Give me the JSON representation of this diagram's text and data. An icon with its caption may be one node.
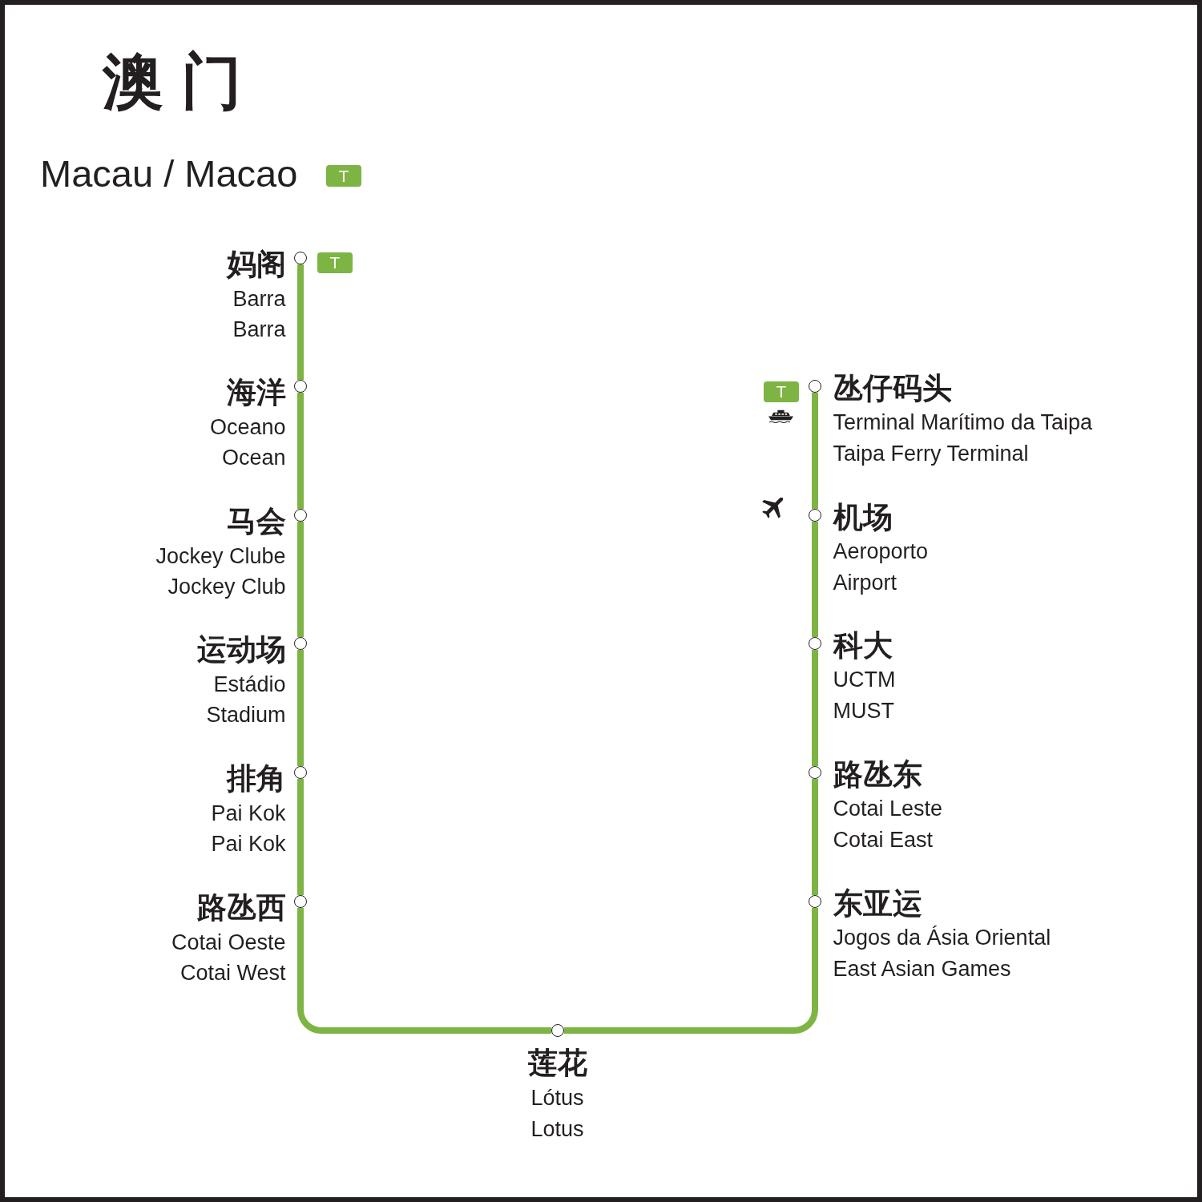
{
  "diagram": {
    "title": "澳门",
    "nodes": [
      {
        "text": [
          "T"
        ]
      },
      {
        "text": [],
        "shape": "circle",
        "beside": [
          "妈阁",
          "Barra",
          "Barra"
        ]
      },
      {
        "text": [
          "T"
        ]
      },
      {
        "text": [],
        "shape": "circle",
        "beside": [
          "海洋",
          "Oceano",
          "Ocean"
        ]
      },
      {
        "text": [],
        "shape": "circle",
        "beside": [
          "马会",
          "Jockey Clube",
          "Jockey Club"
        ]
      },
      {
        "text": [],
        "shape": "circle",
        "beside": [
          "运动场",
          "Estádio",
          "Stadium"
        ]
      },
      {
        "text": [],
        "shape": "circle",
        "beside": [
          "排角",
          "Pai Kok",
          "Pai Kok"
        ]
      },
      {
        "text": [],
        "shape": "circle",
        "beside": [
          "路氹西",
          "Cotai Oeste",
          "Cotai West"
        ]
      },
      {
        "text": [
          "T"
        ]
      },
      {
        "text": [],
        "shape": "circle",
        "beside": [
          "氹仔码头",
          "Terminal Marítimo da Taipa",
          "Taipa Ferry Terminal"
        ]
      },
      {
        "text": [],
        "shape": "circle",
        "beside": [
          "机场",
          "Aeroporto",
          "Airport"
        ]
      },
      {
        "text": [],
        "shape": "circle",
        "beside": [
          "科大",
          "UCTM",
          "MUST"
        ]
      },
      {
        "text": [],
        "shape": "circle",
        "beside": [
          "路氹东",
          "Cotai Leste",
          "Cotai East"
        ]
      },
      {
        "text": [],
        "shape": "circle",
        "beside": [
          "东亚运",
          "Jogos da Ásia Oriental",
          "East Asian Games"
        ]
      },
      {
        "text": [],
        "shape": "circle",
        "beside": [
          "莲花",
          "Lótus",
          "Lotus"
        ]
      }
    ],
    "edges": [
      {
        "from": 1,
        "to": 3,
        "arrow": "none"
      },
      {
        "from": 3,
        "to": 4,
        "arrow": "none"
      },
      {
        "from": 4,
        "to": 5,
        "arrow": "none"
      },
      {
        "from": 5,
        "to": 6,
        "arrow": "none"
      },
      {
        "from": 6,
        "to": 7,
        "arrow": "none"
      },
      {
        "from": 7,
        "to": 14,
        "arrow": "none"
      },
      {
        "from": 14,
        "to": 13,
        "arrow": "none"
      },
      {
        "from": 13,
        "to": 12,
        "arrow": "none"
      },
      {
        "from": 12,
        "to": 11,
        "arrow": "none"
      },
      {
        "from": 11,
        "to": 10,
        "arrow": "none"
      },
      {
        "from": 10,
        "to": 9,
        "arrow": "none"
      }
    ],
    "labels": [
      "Macau / Macao"
    ]
  }
}
